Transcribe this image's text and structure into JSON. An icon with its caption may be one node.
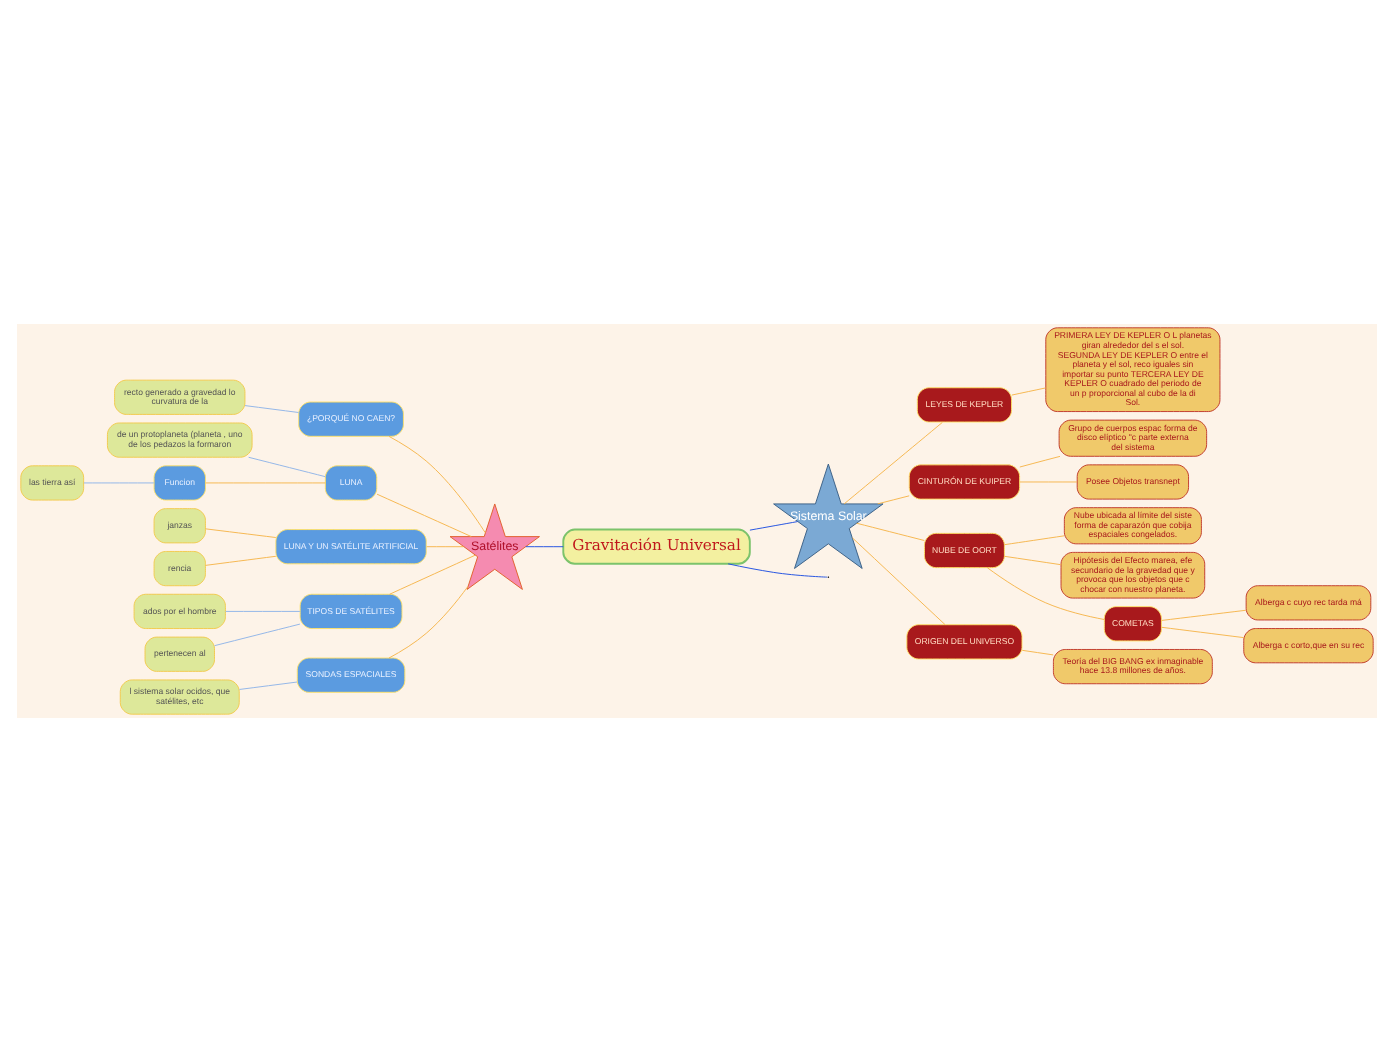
{
  "diagram": {
    "nodes": [
      {
        "text": [
          "Gravitación Universal"
        ]
      },
      {
        "text": [
          "Satélites"
        ]
      },
      {
        "text": [
          "Sistema Solar"
        ]
      },
      {
        "text": [
          "¿PORQUÉ NO CAEN?"
        ]
      },
      {
        "text": [
          "recto generado a gravedad lo curvatura de la"
        ]
      },
      {
        "text": [
          "LUNA"
        ]
      },
      {
        "text": [
          "de un protoplaneta (planeta , uno de los pedazos la formaron"
        ]
      },
      {
        "text": [
          "Funcion"
        ]
      },
      {
        "text": [
          "las tierra así"
        ]
      },
      {
        "text": [
          "LUNA Y UN SATÉLITE ARTIFICIAL"
        ]
      },
      {
        "text": [
          "janzas"
        ]
      },
      {
        "text": [
          "rencia"
        ]
      },
      {
        "text": [
          "TIPOS DE SATÉLITES"
        ]
      },
      {
        "text": [
          "ados por el hombre"
        ]
      },
      {
        "text": [
          "pertenecen al"
        ]
      },
      {
        "text": [
          "SONDAS ESPACIALES"
        ]
      },
      {
        "text": [
          "l sistema solar ocidos, que satélites, etc"
        ]
      },
      {
        "text": [
          "LEYES DE KEPLER"
        ]
      },
      {
        "text": [
          "PRIMERA LEY DE KEPLER O L planetas giran alrededor del s el sol. SEGUNDA LEY DE KEPLER O entre el planeta y el sol, reco iguales sin importar su punto TERCERA LEY DE KEPLER O cuadrado del periodo de un p proporcional al cubo de la di Sol."
        ]
      },
      {
        "text": [
          "CINTURÓN DE KUIPER"
        ]
      },
      {
        "text": [
          "Grupo de cuerpos espac forma de disco elíptico \"c parte externa del sistema"
        ]
      },
      {
        "text": [
          "Posee Objetos transnept"
        ]
      },
      {
        "text": [
          "NUBE DE OORT"
        ]
      },
      {
        "text": [
          "Nube ubicada al límite del siste forma de caparazón que cobija espaciales congelados."
        ]
      },
      {
        "text": [
          "Hipótesis del Efecto marea, efe secundario de la gravedad que y provoca que los objetos que c chocar con nuestro planeta."
        ]
      },
      {
        "text": [
          "COMETAS"
        ]
      },
      {
        "text": [
          "Alberga c cuyo rec tarda má"
        ]
      },
      {
        "text": [
          "Alberga c corto,que en su rec"
        ]
      },
      {
        "text": [
          "ORIGEN DEL UNIVERSO"
        ]
      },
      {
        "text": [
          "Teoría del BIG BANG ex inmaginable hace 13.8 millones de años."
        ]
      }
    ],
    "edges": [
      {
        "from": 0,
        "to": null,
        "arrow": "none",
        "color": "#1f4fe0"
      },
      {
        "from": 0,
        "to": 1,
        "arrow": "none",
        "color": "#1f4fe0"
      },
      {
        "from": 0,
        "to": 2,
        "arrow": "none",
        "color": "#1f4fe0"
      },
      {
        "from": 1,
        "to": 3,
        "arrow": "none"
      },
      {
        "from": 3,
        "to": 4,
        "arrow": "none",
        "color": "#8fb4e8"
      },
      {
        "from": 1,
        "to": 5,
        "arrow": "none"
      },
      {
        "from": 5,
        "to": 6,
        "arrow": "none",
        "color": "#8fb4e8"
      },
      {
        "from": 5,
        "to": 7,
        "arrow": "none"
      },
      {
        "from": 7,
        "to": 8,
        "arrow": "none",
        "color": "#8fb4e8"
      },
      {
        "from": 1,
        "to": 9,
        "arrow": "none"
      },
      {
        "from": 9,
        "to": 10,
        "arrow": "none"
      },
      {
        "from": 9,
        "to": 11,
        "arrow": "none"
      },
      {
        "from": 1,
        "to": 12,
        "arrow": "none"
      },
      {
        "from": 12,
        "to": 13,
        "arrow": "none",
        "color": "#8fb4e8"
      },
      {
        "from": 12,
        "to": 14,
        "arrow": "none",
        "color": "#8fb4e8"
      },
      {
        "from": 1,
        "to": 15,
        "arrow": "none"
      },
      {
        "from": 15,
        "to": 16,
        "arrow": "none",
        "color": "#8fb4e8"
      },
      {
        "from": 2,
        "to": 17,
        "arrow": "none"
      },
      {
        "from": 17,
        "to": 18,
        "arrow": "none"
      },
      {
        "from": 2,
        "to": 19,
        "arrow": "none"
      },
      {
        "from": 19,
        "to": 20,
        "arrow": "none"
      },
      {
        "from": 19,
        "to": 21,
        "arrow": "none"
      },
      {
        "from": 2,
        "to": 22,
        "arrow": "none"
      },
      {
        "from": 22,
        "to": 23,
        "arrow": "none"
      },
      {
        "from": 22,
        "to": 24,
        "arrow": "none"
      },
      {
        "from": 22,
        "to": 25,
        "arrow": "none"
      },
      {
        "from": 25,
        "to": 26,
        "arrow": "none"
      },
      {
        "from": 25,
        "to": 27,
        "arrow": "none"
      },
      {
        "from": 2,
        "to": 28,
        "arrow": "none"
      },
      {
        "from": 28,
        "to": 29,
        "arrow": "none"
      }
    ]
  }
}
